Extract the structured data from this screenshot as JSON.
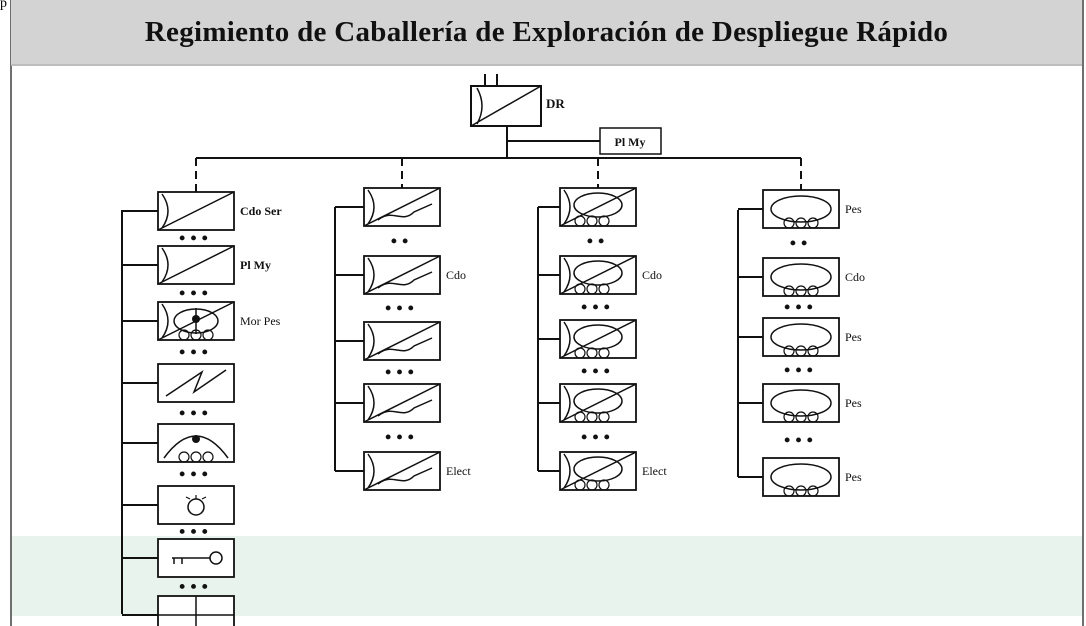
{
  "page_mark": "p",
  "title": "Regimiento de Caballería de Exploración de Despliegue Rápido",
  "hq": {
    "label": "DR",
    "support_label": "Pl My"
  },
  "columns": [
    {
      "units": [
        {
          "symbol": "recon",
          "label": "Cdo Ser"
        },
        {
          "symbol": "recon",
          "label": "Pl My"
        },
        {
          "symbol": "mortar-heavy",
          "label": "Mor Pes"
        },
        {
          "symbol": "signal"
        },
        {
          "symbol": "medical-tracked"
        },
        {
          "symbol": "maintenance"
        },
        {
          "symbol": "supply"
        },
        {
          "symbol": "transport"
        }
      ],
      "echelons": [
        "•••",
        "•••",
        "•••",
        "•••",
        "•••",
        "•••",
        "•••"
      ]
    },
    {
      "units": [
        {
          "symbol": "recon-wheeled"
        },
        {
          "symbol": "recon-wheeled",
          "label": "Cdo"
        },
        {
          "symbol": "recon-wheeled"
        },
        {
          "symbol": "recon-wheeled"
        },
        {
          "symbol": "recon-wheeled",
          "label": "Elect"
        }
      ],
      "echelons": [
        "••",
        "•••",
        "•••",
        "•••"
      ]
    },
    {
      "units": [
        {
          "symbol": "armored-recon"
        },
        {
          "symbol": "armored-recon",
          "label": "Cdo"
        },
        {
          "symbol": "armored-recon"
        },
        {
          "symbol": "armored-recon"
        },
        {
          "symbol": "armored-recon",
          "label": "Elect"
        }
      ],
      "echelons": [
        "••",
        "•••",
        "•••",
        "•••"
      ]
    },
    {
      "units": [
        {
          "symbol": "armor",
          "label": "Pes"
        },
        {
          "symbol": "armor",
          "label": "Cdo"
        },
        {
          "symbol": "armor",
          "label": "Pes"
        },
        {
          "symbol": "armor",
          "label": "Pes"
        },
        {
          "symbol": "armor",
          "label": "Pes"
        }
      ],
      "echelons": [
        "••",
        "•••",
        "•••",
        "•••"
      ]
    }
  ],
  "colors": {
    "line": "#111111",
    "title_bar": "#d3d3d3",
    "band": "#e8f3ee"
  }
}
